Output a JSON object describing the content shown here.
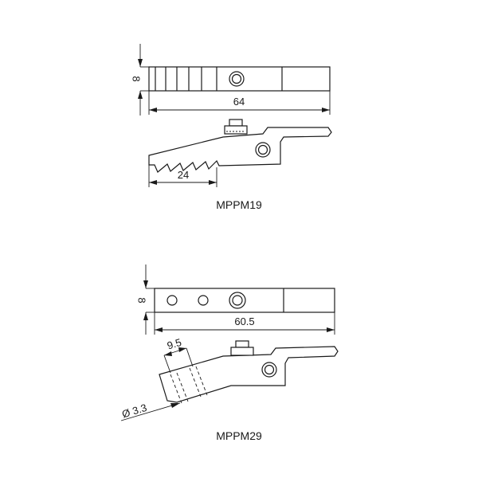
{
  "parts": [
    {
      "model": "MPPM19",
      "dimensions": {
        "height": "8",
        "length": "64",
        "tooth_span": "24"
      }
    },
    {
      "model": "MPPM29",
      "dimensions": {
        "height": "8",
        "length": "60.5",
        "pitch": "9.5",
        "hole_dia": "Ø 3.3"
      }
    }
  ]
}
